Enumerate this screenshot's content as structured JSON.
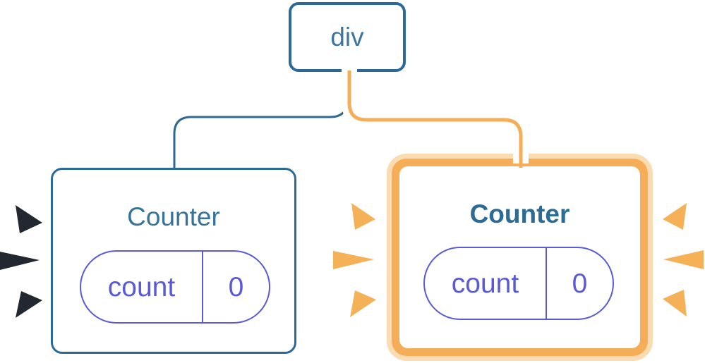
{
  "diagram": {
    "root_node": {
      "label": "div"
    },
    "left_counter": {
      "title": "Counter",
      "state_key": "count",
      "state_value": "0"
    },
    "right_counter": {
      "title": "Counter",
      "state_key": "count",
      "state_value": "0"
    }
  },
  "colors": {
    "background": "#FFFFFF",
    "node_border_blue": "#2D6996",
    "node_text_blue": "#3E76A0",
    "counter_title_blue": "#36739A",
    "counter_title_bold_blue": "#2C6C94",
    "state_purple": "#5A5AD8",
    "highlight_orange": "#F5AE57",
    "highlight_orange_pale": "#FBDCB2",
    "burst_orange": "#F5B157",
    "burst_dark": "#23272F",
    "connector_casing": "#FFFFFF"
  }
}
